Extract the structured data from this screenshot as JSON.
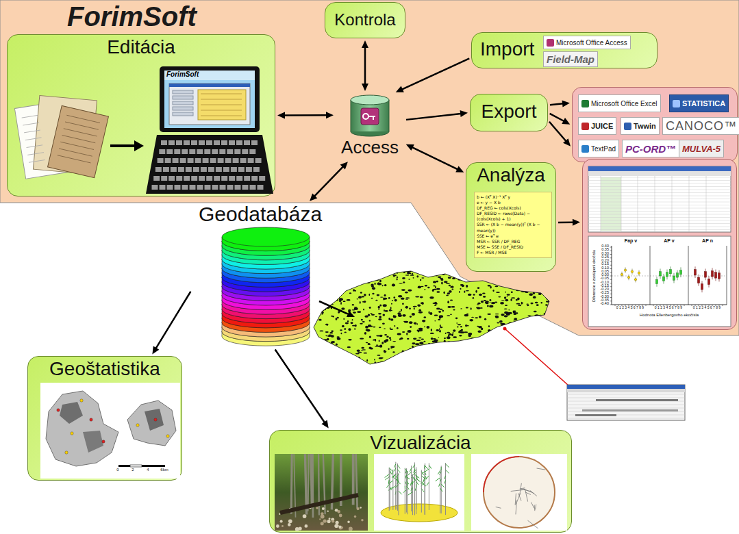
{
  "diagram": {
    "nodes": [
      {
        "text": [
          "ForimSoft"
        ]
      },
      {
        "text": [
          "Editácia"
        ],
        "in": 0
      },
      {
        "text": [
          "Kontrola"
        ],
        "in": 0
      },
      {
        "text": [
          "Access"
        ],
        "in": 0
      },
      {
        "text": [
          "Import",
          "Microsoft Office Access",
          "Field-Map"
        ],
        "in": 0
      },
      {
        "text": [
          "Export"
        ],
        "in": 0
      },
      {
        "text": [
          "Microsoft Office Excel",
          "STATISTICA",
          "JUICE",
          "Twwin",
          "CANOCO™",
          "TextPad",
          "PC-ORD™",
          "MULVA-5"
        ],
        "in": 0
      },
      {
        "text": [
          "Analýza"
        ],
        "in": 0
      },
      {
        "text": [
          "Fap v",
          "AP v",
          "AP n",
          "Diferencie v zastúpení ekočísla",
          "Hodnota Ellenbergovho ekočísla"
        ],
        "in": 0
      },
      {
        "text": [
          "Geodatabáza"
        ]
      },
      {
        "text": [
          "Geoštatistika"
        ]
      },
      {
        "text": [
          "Vizualizácia"
        ]
      }
    ],
    "edges": [
      {
        "from": 1,
        "to": 3,
        "arrow": "both"
      },
      {
        "from": 2,
        "to": 3,
        "arrow": "both"
      },
      {
        "from": 4,
        "to": 3,
        "arrow": "to"
      },
      {
        "from": 3,
        "to": 5,
        "arrow": "to"
      },
      {
        "from": 5,
        "to": 6,
        "arrow": "to"
      },
      {
        "from": 5,
        "to": 6,
        "arrow": "to"
      },
      {
        "from": 5,
        "to": 6,
        "arrow": "to"
      },
      {
        "from": 3,
        "to": 7,
        "arrow": "both"
      },
      {
        "from": 7,
        "to": 8,
        "arrow": "to"
      },
      {
        "from": 3,
        "to": 9,
        "arrow": "both"
      },
      {
        "from": 9,
        "to": 10,
        "arrow": "to"
      },
      {
        "from": 9,
        "to": 11,
        "arrow": "to"
      }
    ],
    "labels": [
      "ForimSoft",
      "b ← (Xᵀ X)⁻¹ Xᵀ y",
      "e ← y − X b",
      "DF_REG ← cols(Xcols)",
      "DF_RESID ← rows(Data) − (cols(Xcols) + 1)",
      "SSR ← (X b − mean(y))ᵀ (X b − mean(y))",
      "SSE ← eᵀ e",
      "MSR ← SSR / DF_REG",
      "MSE ← SSE / DF_RESID",
      "F ← MSR / MSE",
      "0.40",
      "0.35",
      "0.30",
      "0.25",
      "0.20",
      "0.15",
      "0.10",
      "0.05",
      "0.00",
      "-0.05",
      "-0.10",
      "-0.15",
      "-0.20",
      "-0.25",
      "-0.30",
      "-0.35",
      "-0.40",
      "0 1 2 3 4 5 6 7 8 9",
      "0 1 2 3 4 5 6 7 8 9",
      "0 1 2 3 4 5 6 7 8 9",
      "0",
      "2",
      "4",
      "6km"
    ]
  }
}
